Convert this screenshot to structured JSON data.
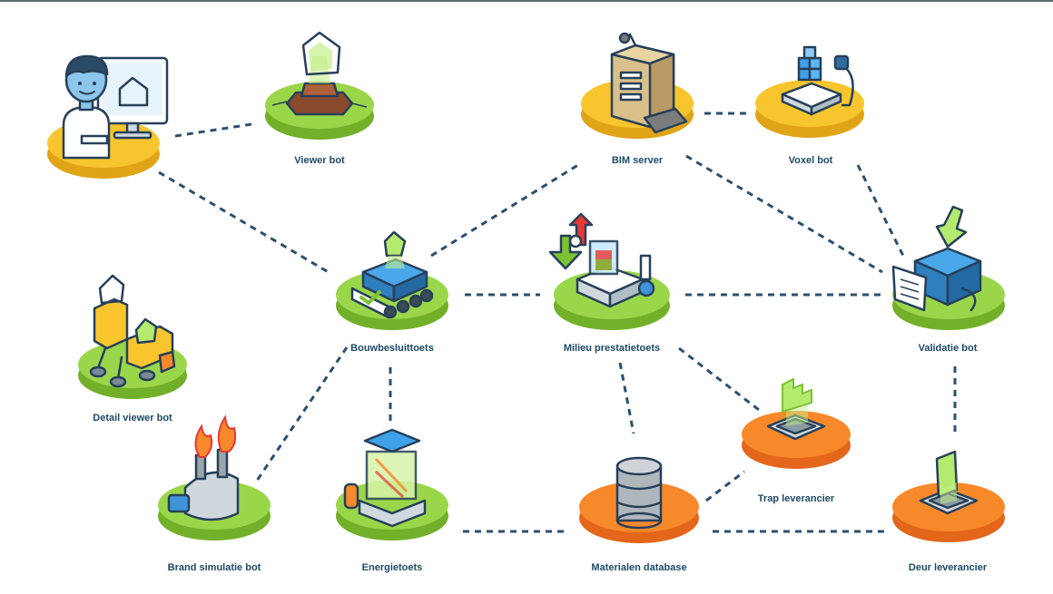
{
  "colors": {
    "green": "#9ad64a",
    "green_dark": "#72b02a",
    "yellow": "#f8c52e",
    "yellow_dark": "#e0a418",
    "orange": "#f7892a",
    "orange_dark": "#e3661a",
    "outline": "#27405a",
    "connector": "#2d4f6e",
    "label": "#1e4a66"
  },
  "nodes": {
    "user": {
      "label": "",
      "icon": "user-at-computer-icon"
    },
    "viewer": {
      "label": "Viewer bot",
      "icon": "house-hologram-icon"
    },
    "bim": {
      "label": "BIM server",
      "icon": "server-tower-icon"
    },
    "voxel": {
      "label": "Voxel bot",
      "icon": "voxel-scanner-icon"
    },
    "bouw": {
      "label": "Bouwbesluittoets",
      "icon": "tracked-rover-icon"
    },
    "milieu": {
      "label": "Milieu prestatietoets",
      "icon": "scale-with-arrows-icon"
    },
    "validatie": {
      "label": "Validatie bot",
      "icon": "robot-with-checklist-icon"
    },
    "detail": {
      "label": "Detail viewer bot",
      "icon": "walker-robot-icon"
    },
    "brand": {
      "label": "Brand simulatie bot",
      "icon": "fire-simulator-icon"
    },
    "energie": {
      "label": "Energietoets",
      "icon": "solar-tank-icon"
    },
    "materialen": {
      "label": "Materialen database",
      "icon": "database-icon"
    },
    "trap": {
      "label": "Trap leverancier",
      "icon": "stairs-hologram-icon"
    },
    "deur": {
      "label": "Deur leverancier",
      "icon": "door-hologram-icon"
    }
  }
}
